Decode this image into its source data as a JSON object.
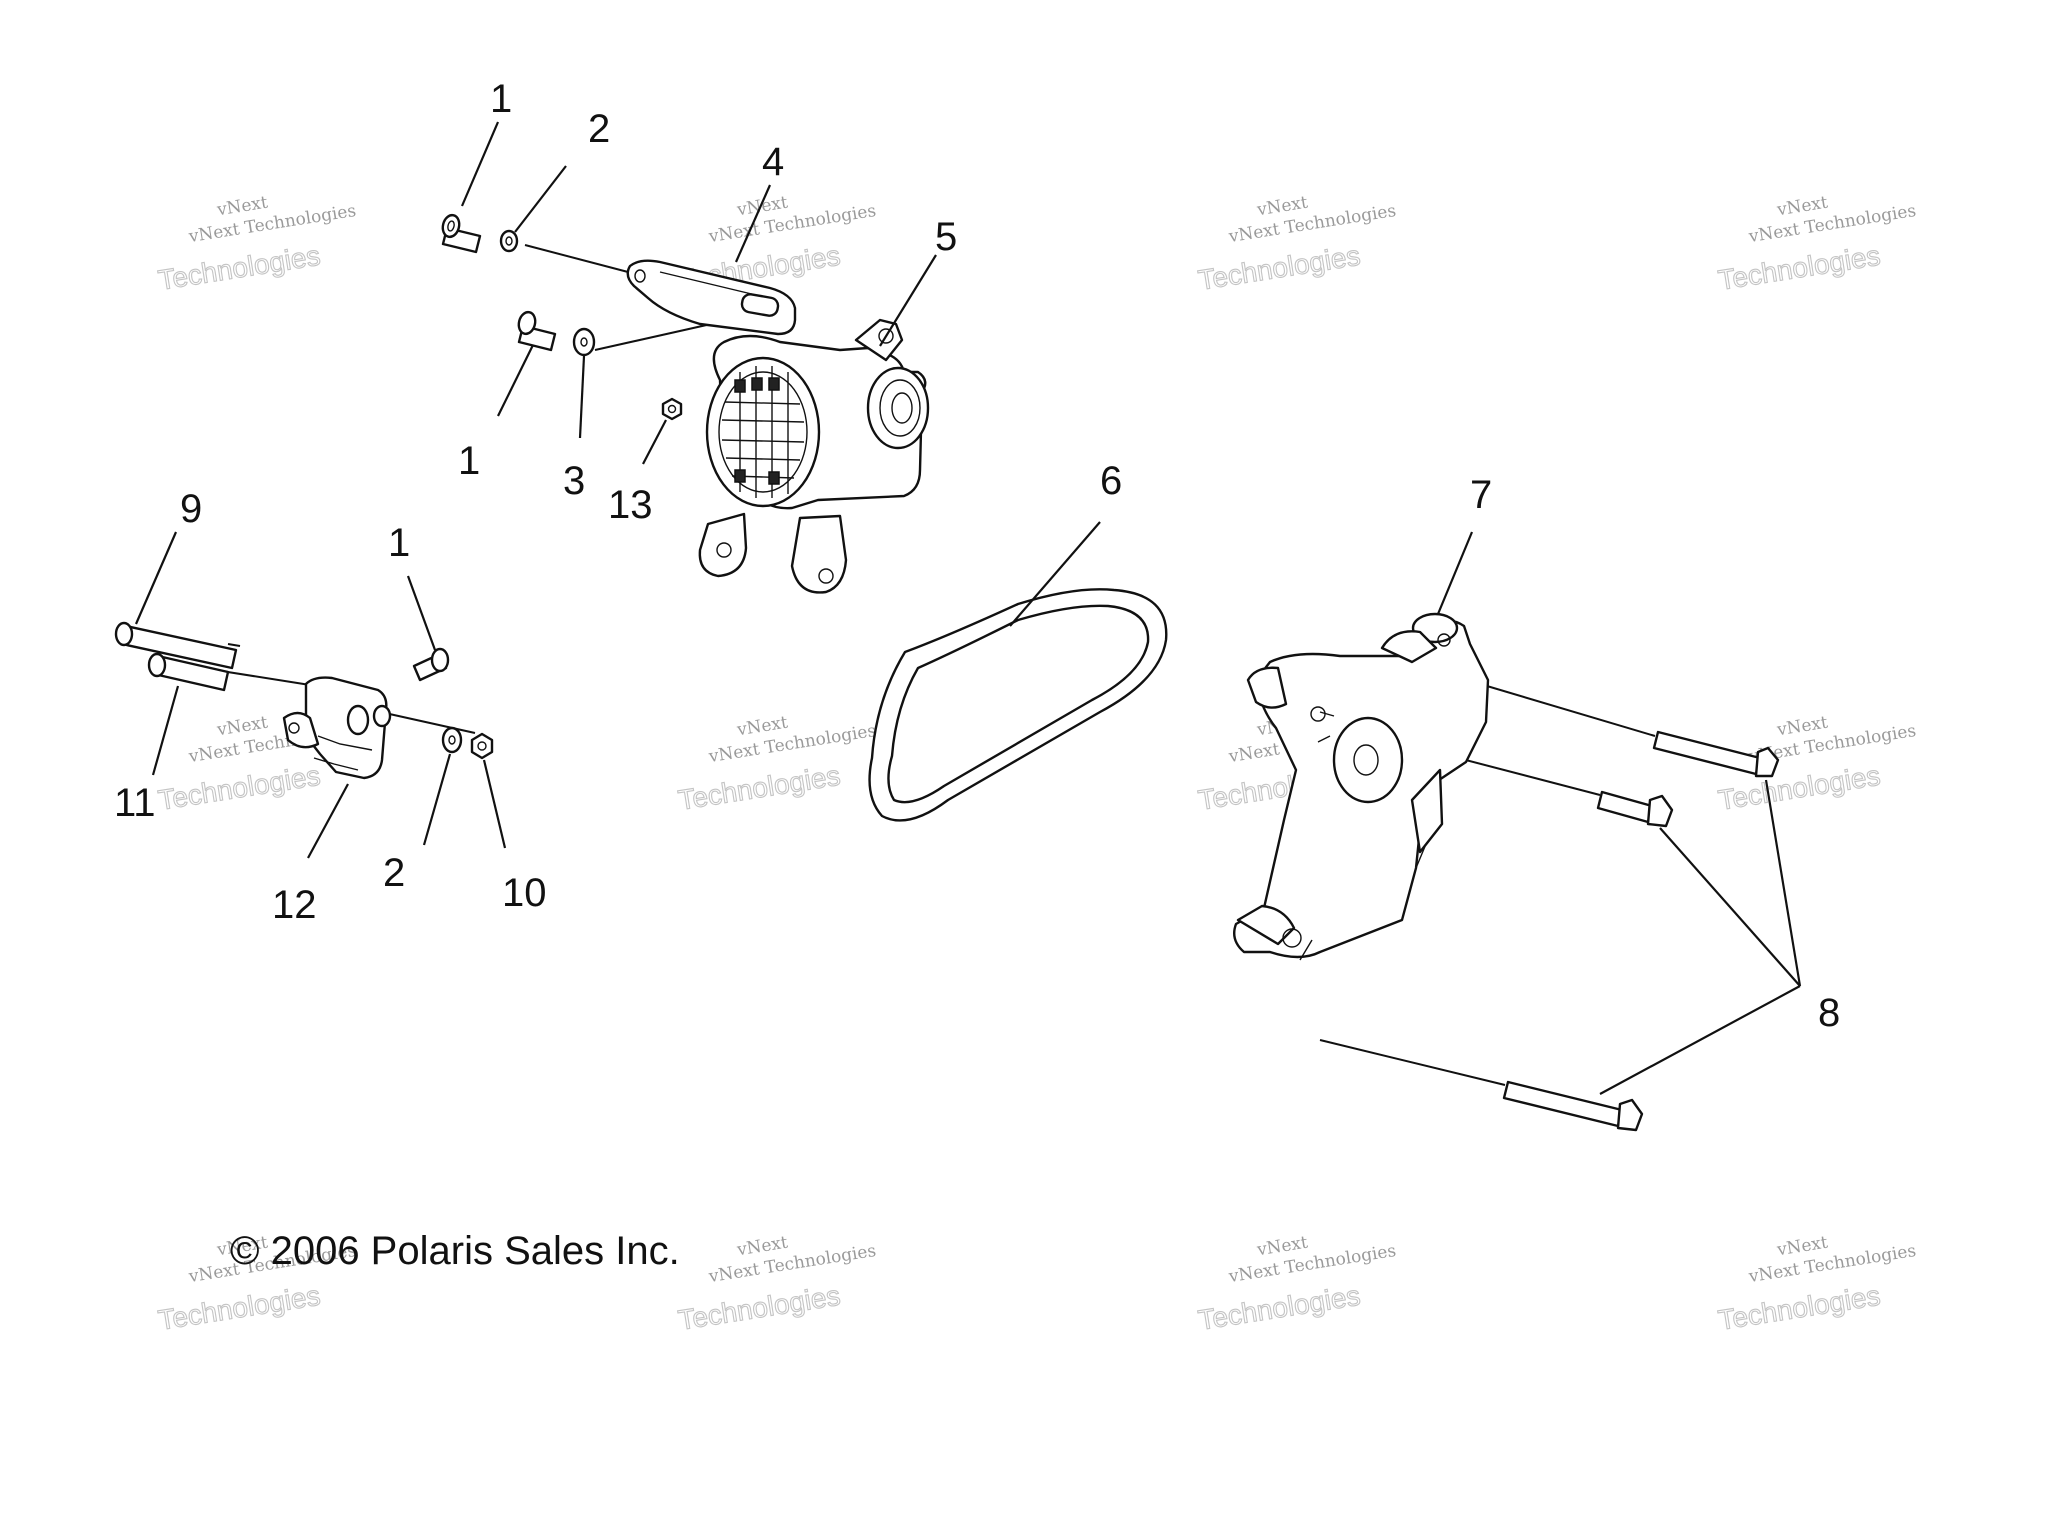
{
  "copyright": "© 2006 Polaris Sales Inc.",
  "watermark": {
    "brand": "vNext",
    "line": "vNext Technologies",
    "big": "Technologies"
  },
  "callouts": {
    "c1a": "1",
    "c2a": "2",
    "c4": "4",
    "c5": "5",
    "c1b": "1",
    "c3": "3",
    "c13": "13",
    "c9": "9",
    "c1c": "1",
    "c6": "6",
    "c7": "7",
    "c11": "11",
    "c12": "12",
    "c2b": "2",
    "c10": "10",
    "c8": "8"
  }
}
